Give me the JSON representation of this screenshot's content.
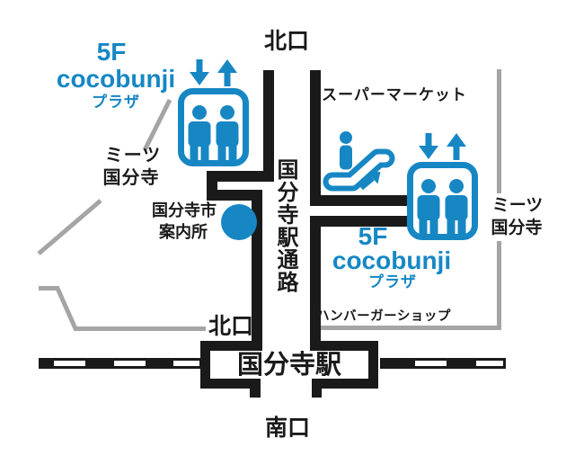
{
  "map": {
    "title_station": "国分寺駅",
    "exits": {
      "north_top": "北口",
      "north_bottom": "北口",
      "south": "南口"
    },
    "passage": {
      "name": "国分寺駅通路"
    },
    "places": {
      "supermarket": "スーパーマーケット",
      "hamburger_shop": "ハンバーガーショップ",
      "info_center": {
        "line1": "国分寺市",
        "line2": "案内所"
      },
      "meets_left": {
        "line1": "ミーツ",
        "line2": "国分寺"
      },
      "meets_right": {
        "line1": "ミーツ",
        "line2": "国分寺"
      },
      "cocobunji_left": {
        "floor": "5F",
        "name": "cocobunji",
        "type": "プラザ"
      },
      "cocobunji_right": {
        "floor": "5F",
        "name": "cocobunji",
        "type": "プラザ"
      }
    },
    "icons": {
      "elevator_left": "elevator",
      "elevator_right": "elevator",
      "escalator": "escalator",
      "info_dot": "info-location-dot"
    },
    "colors": {
      "accent_blue": "#1787c4",
      "line_black": "#1a1a1a",
      "road_gray": "#a5a5a5"
    }
  }
}
